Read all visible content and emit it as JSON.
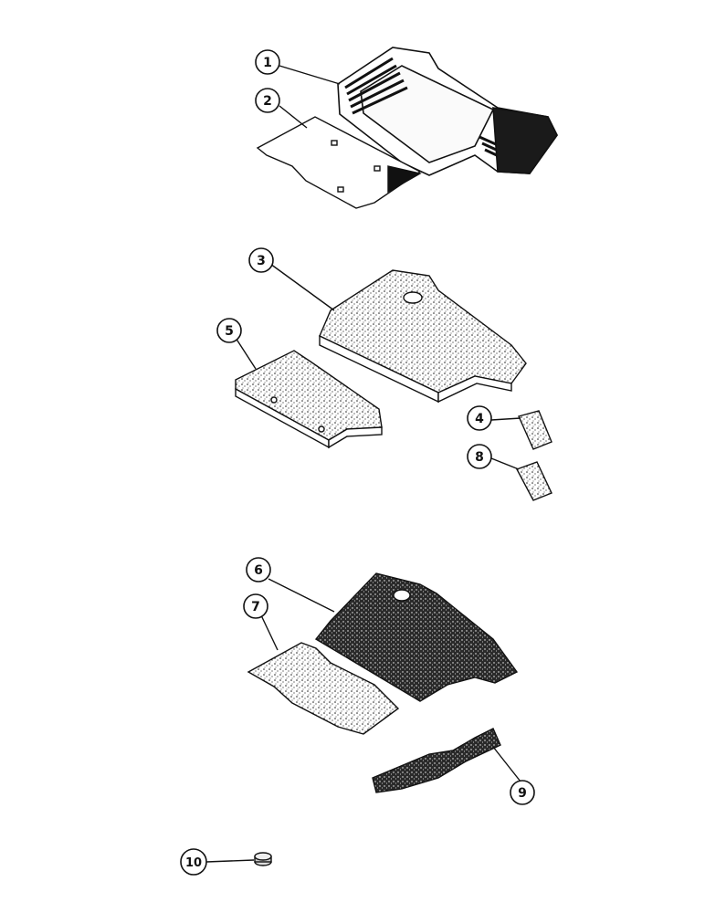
{
  "diagram": {
    "callouts": [
      {
        "id": "c1",
        "label": "1"
      },
      {
        "id": "c2",
        "label": "2"
      },
      {
        "id": "c3",
        "label": "3"
      },
      {
        "id": "c4",
        "label": "4"
      },
      {
        "id": "c5",
        "label": "5"
      },
      {
        "id": "c6",
        "label": "6"
      },
      {
        "id": "c7",
        "label": "7"
      },
      {
        "id": "c8",
        "label": "8"
      },
      {
        "id": "c9",
        "label": "9"
      },
      {
        "id": "c10",
        "label": "10"
      }
    ]
  },
  "colors": {
    "line": "#111111",
    "paper": "#ffffff",
    "fill_dark": "#1a1a1a",
    "fill_light": "#e9e9e9"
  }
}
